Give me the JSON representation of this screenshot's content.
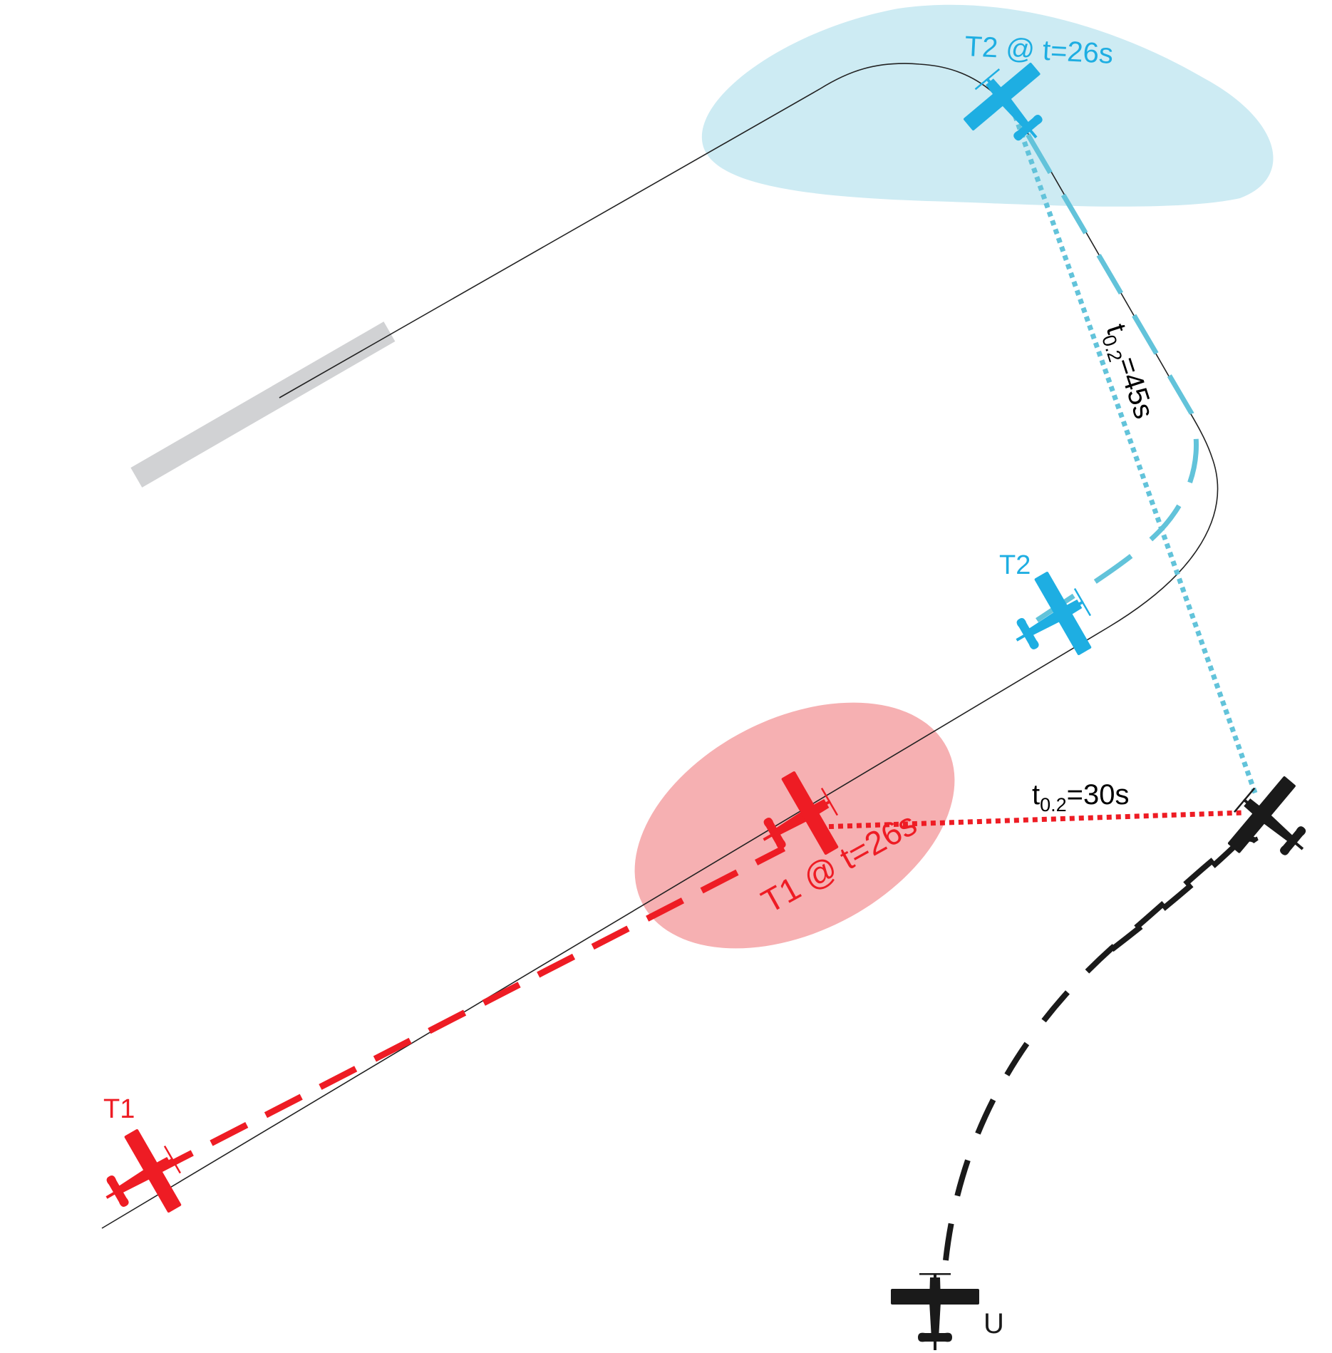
{
  "colors": {
    "t1": "#ee1c24",
    "t2": "#1eaee2",
    "t2_path": "#62c3da",
    "uav": "#1a1a1a",
    "t1_zone": "#f6b0b2",
    "t2_zone": "#cdebf3",
    "runway": "#d1d2d4",
    "circuit": "#222222"
  },
  "labels": {
    "t1": "T1",
    "t2": "T2",
    "uav": "U",
    "t1_future": "T1 @ t=26s",
    "t2_future": "T2 @ t=26s",
    "t1_sep_prefix": "t",
    "t1_sep_sub": "0.2",
    "t1_sep_suffix": "=30s",
    "t2_sep_prefix": "t",
    "t2_sep_sub": "0.2",
    "t2_sep_suffix": "=45s"
  },
  "icons": {
    "aircraft": "aircraft-icon",
    "runway": "runway-shape"
  }
}
